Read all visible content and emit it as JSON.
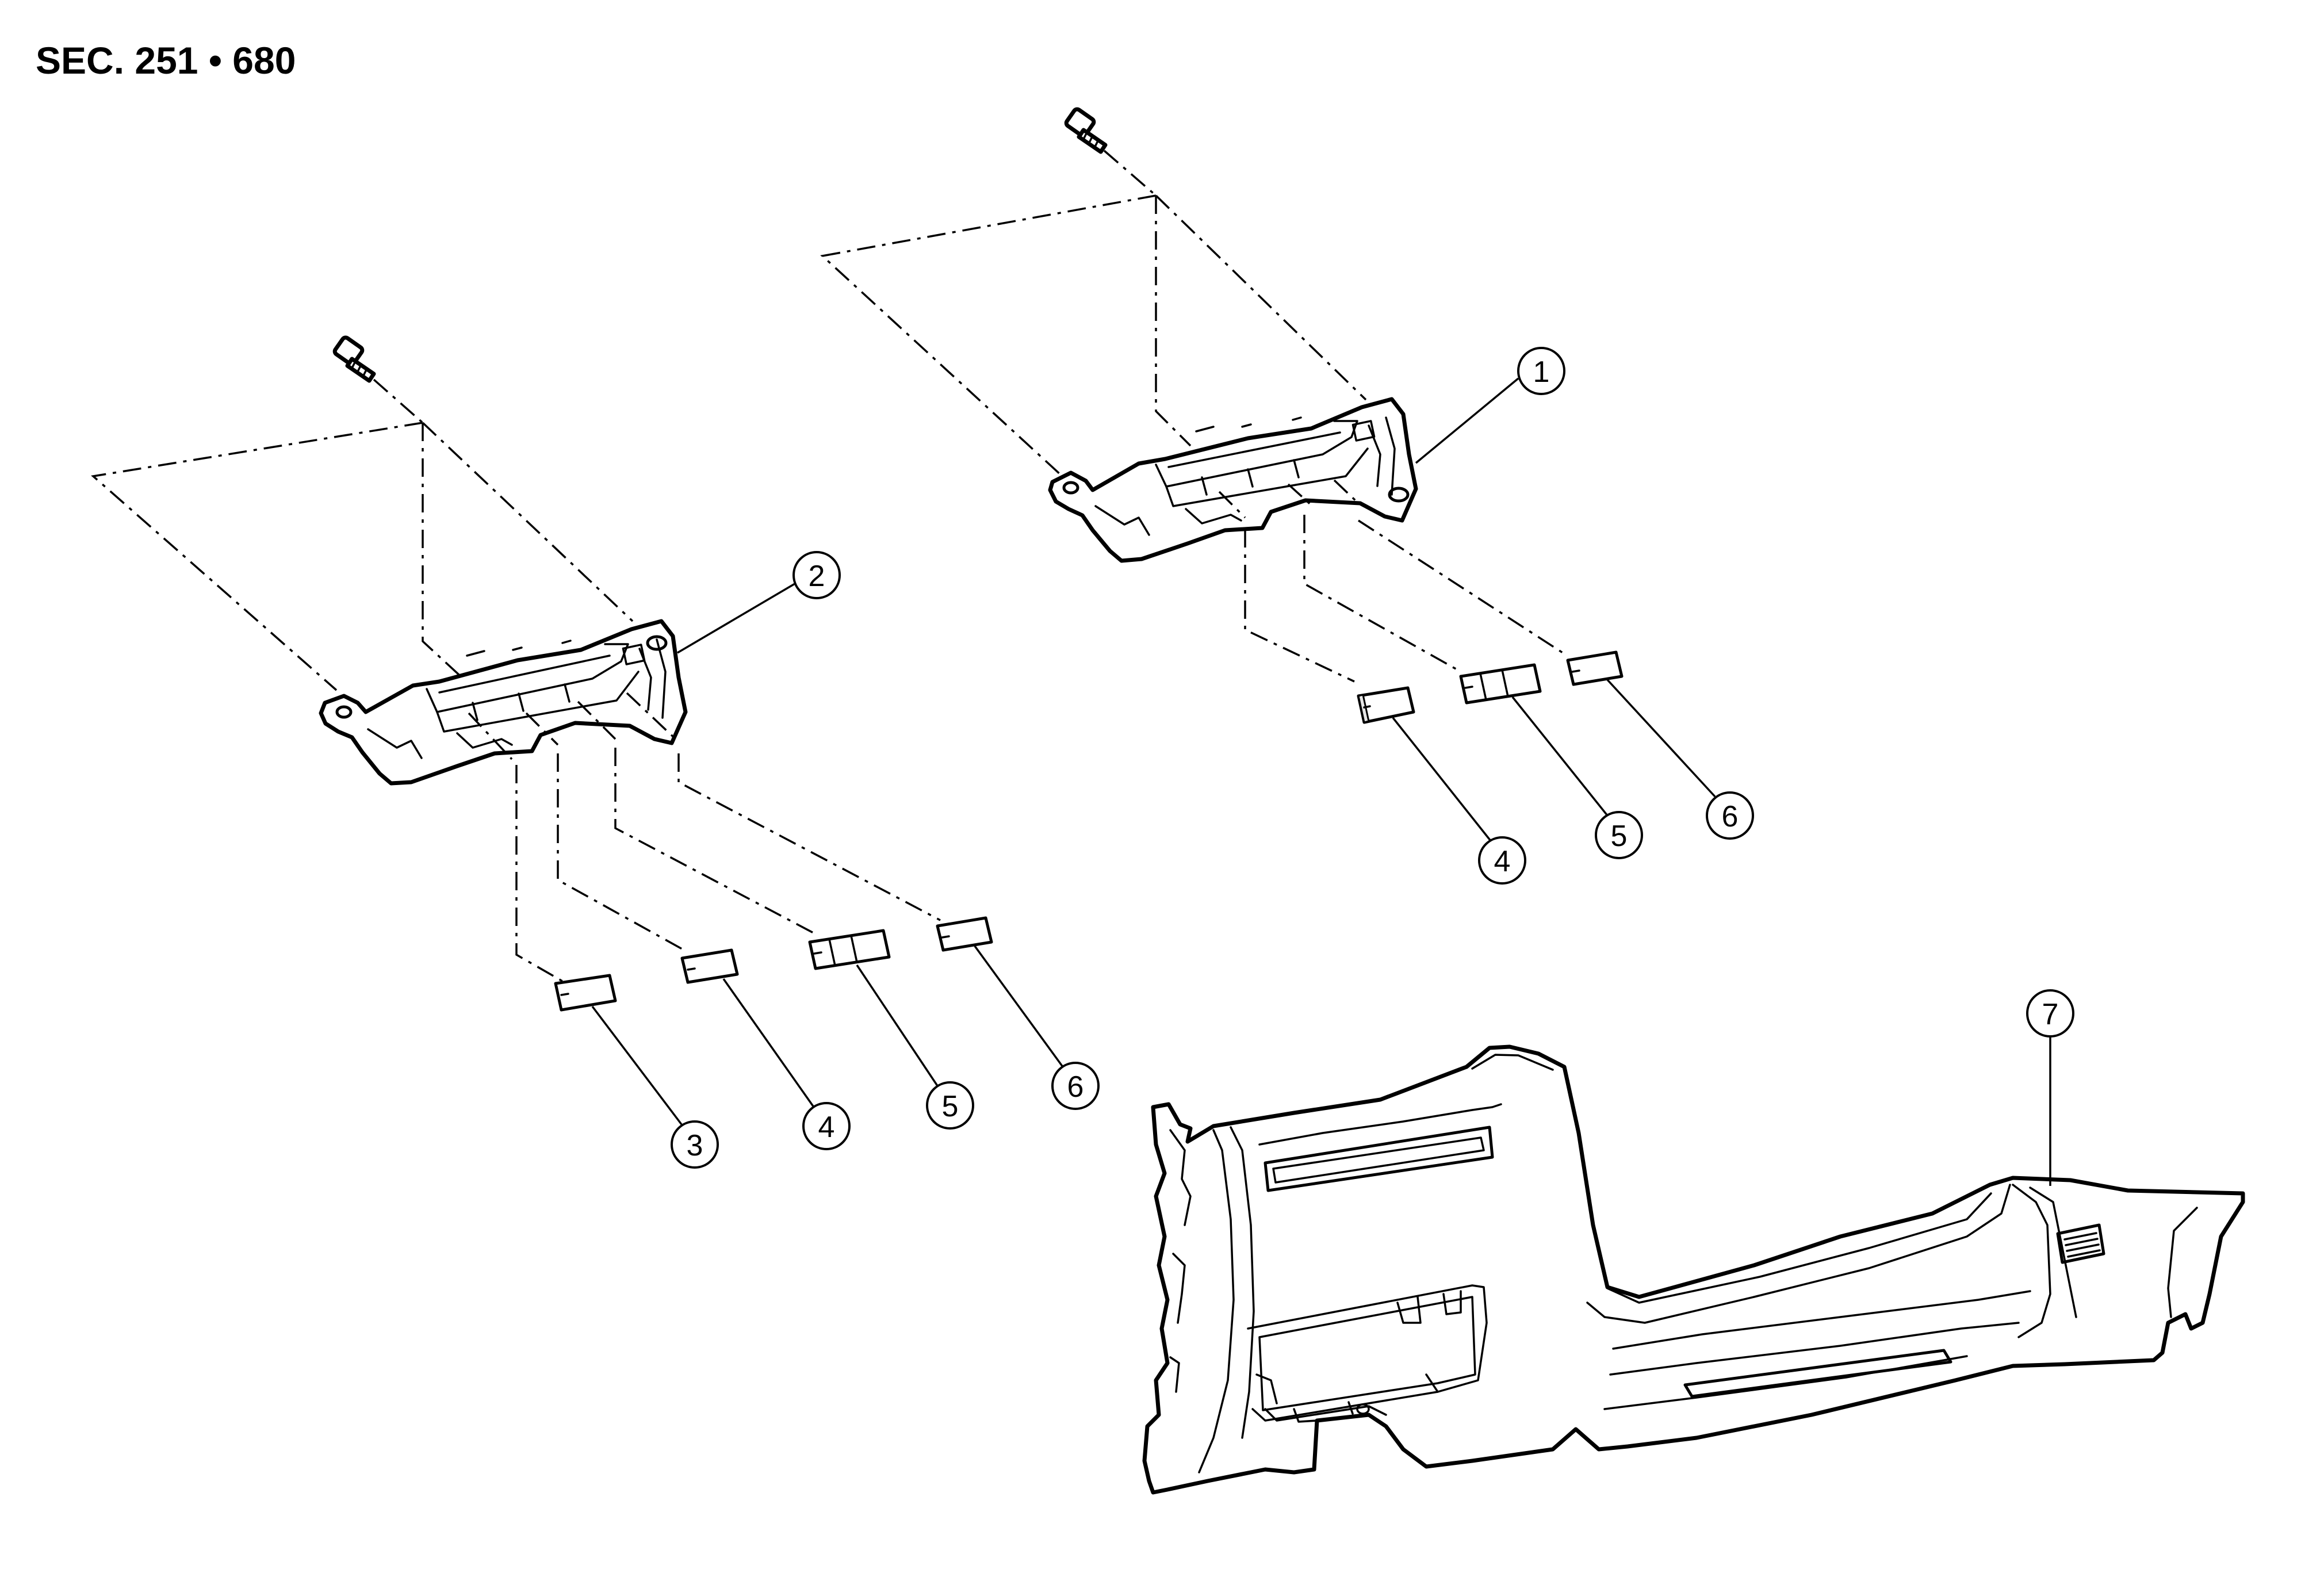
{
  "header": {
    "section": "SEC. 251 • 680"
  },
  "callouts": {
    "c1": "1",
    "c2": "2",
    "c3": "3",
    "c4a": "4",
    "c4b": "4",
    "c5a": "5",
    "c5b": "5",
    "c6a": "6",
    "c6b": "6",
    "c7": "7"
  }
}
